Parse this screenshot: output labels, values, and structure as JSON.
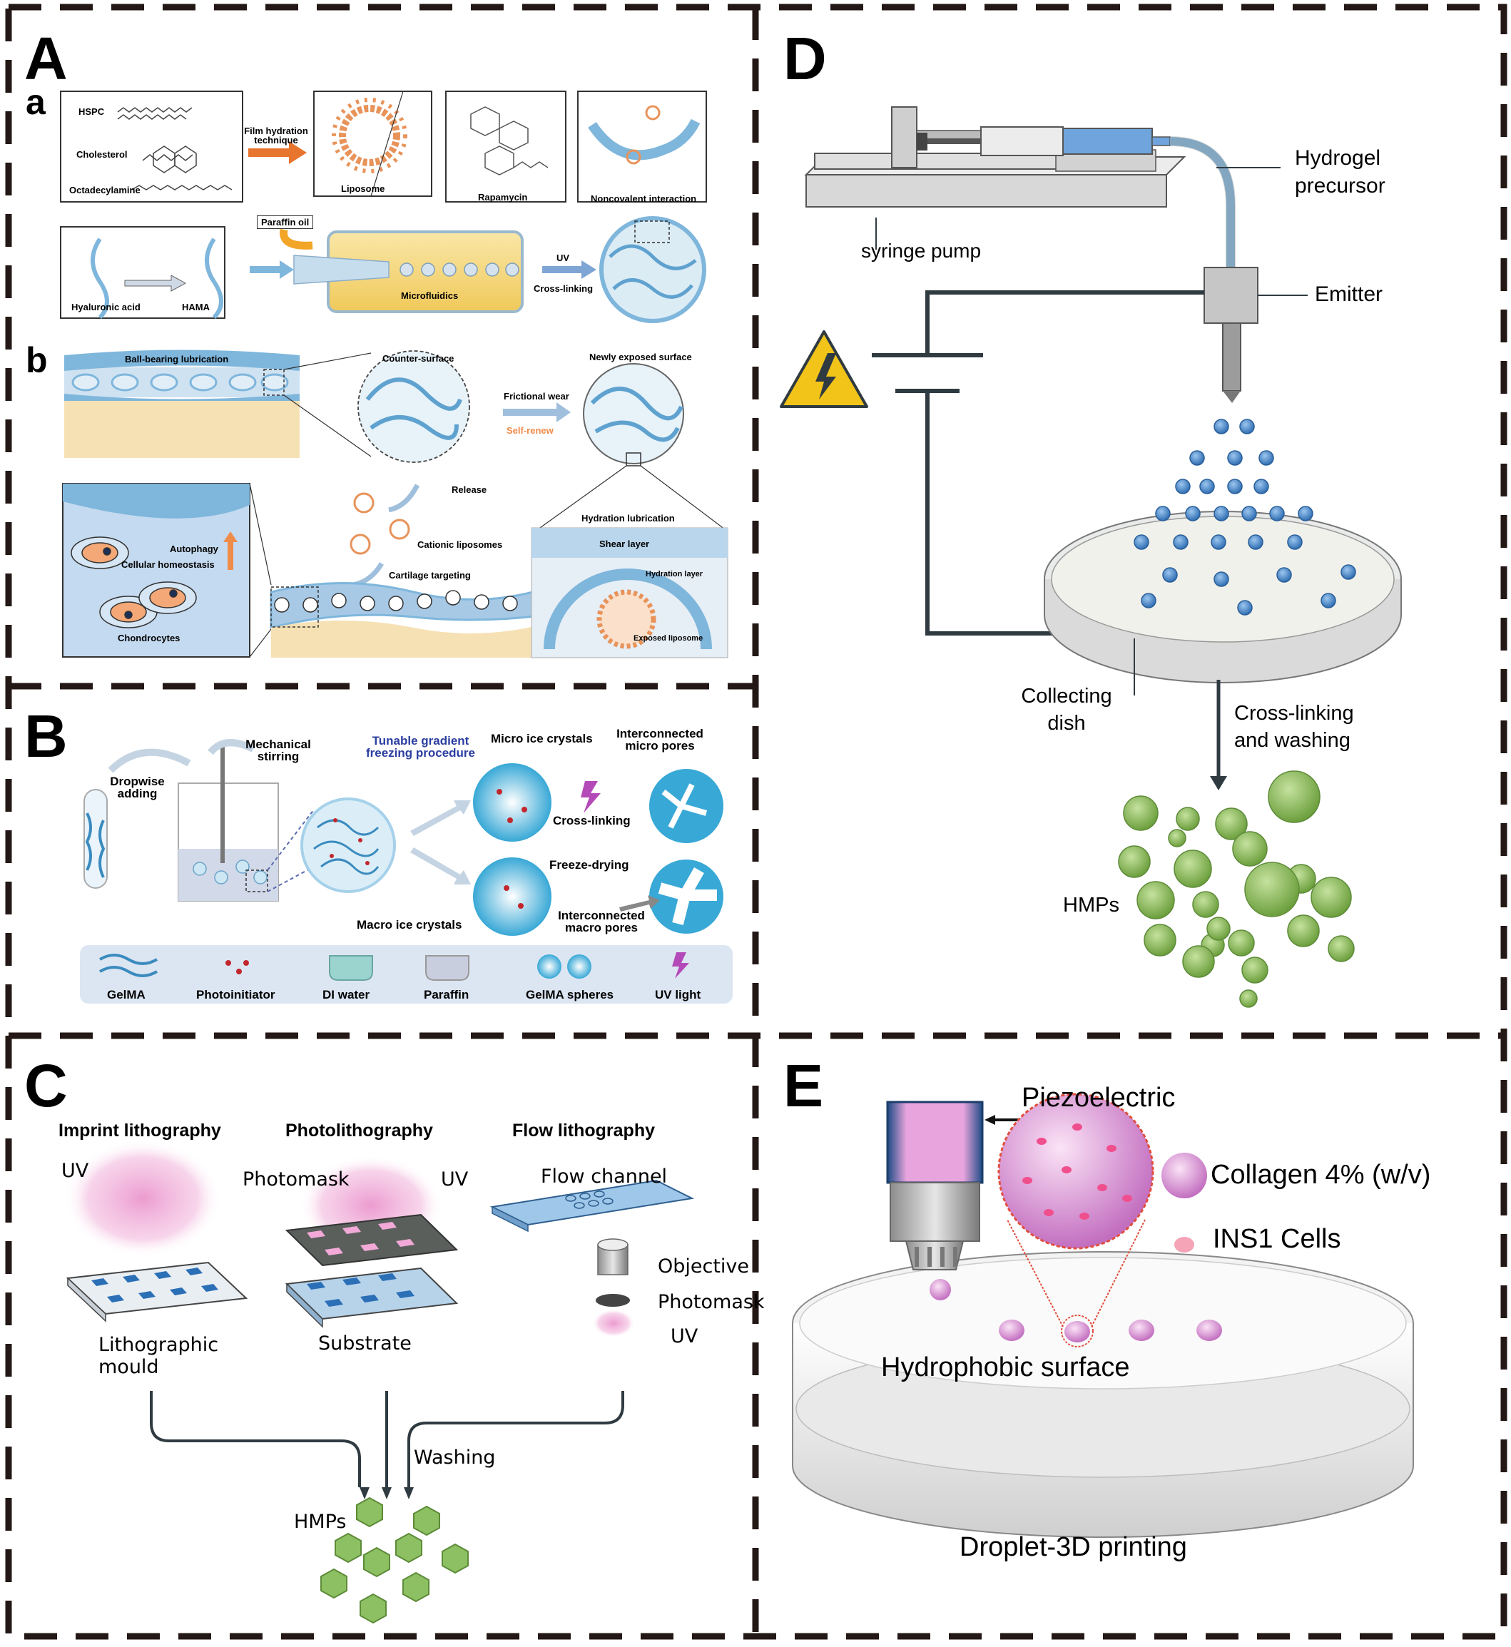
{
  "panels": {
    "A": {
      "letter": "A",
      "a": {
        "letter": "a",
        "hspc": "HSPC",
        "cholesterol": "Cholesterol",
        "octadecylamine": "Octadecylamine",
        "film_hydration": "Film hydration technique",
        "liposome": "Liposome",
        "rapamycin": "Rapamycin",
        "noncovalent": "Noncovalent interaction",
        "paraffin_oil": "Paraffin oil",
        "hyaluronic_acid": "Hyaluronic acid",
        "hama": "HAMA",
        "microfluidics": "Microfluidics",
        "uv": "UV",
        "cross_linking": "Cross-linking"
      },
      "b": {
        "letter": "b",
        "ball_bearing": "Ball-bearing lubrication",
        "counter_surface": "Counter-surface",
        "frictional_wear": "Frictional wear",
        "self_renew": "Self-renew",
        "newly_exposed": "Newly exposed surface",
        "release": "Release",
        "cationic_liposomes": "Cationic liposomes",
        "cartilage_targeting": "Cartilage targeting",
        "autophagy": "Autophagy",
        "cellular_homeostasis": "Cellular homeostasis",
        "chondrocytes": "Chondrocytes",
        "hydration_lubrication": "Hydration lubrication",
        "shear_layer": "Shear layer",
        "hydration_layer": "Hydration layer",
        "exposed_liposome": "Exposed liposome"
      }
    },
    "B": {
      "letter": "B",
      "dropwise": "Dropwise adding",
      "mechanical_stirring": "Mechanical stirring",
      "tunable": "Tunable gradient freezing procedure",
      "micro_ice": "Micro ice crystals",
      "interconnected_micro": "Interconnected micro pores",
      "cross_linking": "Cross-linking",
      "freeze_drying": "Freeze-drying",
      "macro_ice": "Macro ice crystals",
      "interconnected_macro": "Interconnected macro pores",
      "legend": [
        "GelMA",
        "Photoinitiator",
        "DI water",
        "Paraffin",
        "GelMA spheres",
        "UV light"
      ]
    },
    "C": {
      "letter": "C",
      "imprint": "Imprint lithography",
      "photolithography": "Photolithography",
      "flow": "Flow lithography",
      "uv": "UV",
      "photomask": "Photomask",
      "flow_channel": "Flow channel",
      "objective": "Objective",
      "lithographic_mould": "Lithographic mould",
      "substrate": "Substrate",
      "washing": "Washing",
      "hmps": "HMPs"
    },
    "D": {
      "letter": "D",
      "hydrogel_precursor": "Hydrogel precursor",
      "syringe_pump": "syringe pump",
      "emitter": "Emitter",
      "collecting_dish": "Collecting dish",
      "cross_linking_washing": "Cross-linking and washing",
      "hmps": "HMPs"
    },
    "E": {
      "letter": "E",
      "piezoelectric": "Piezoelectric",
      "collagen": "Collagen 4% (w/v)",
      "ins1": "INS1 Cells",
      "hydrophobic": "Hydrophobic surface",
      "droplet_printing": "Droplet-3D printing"
    }
  },
  "colors": {
    "liposome_orange": "#e8935a",
    "hydrogel_blue": "#7fb6dc",
    "microfluidic_yellow": "#f7de8a",
    "hmp_green": "#8cc063",
    "pink": "#e7a3d4",
    "droplet_blue": "#4c8fd0"
  }
}
